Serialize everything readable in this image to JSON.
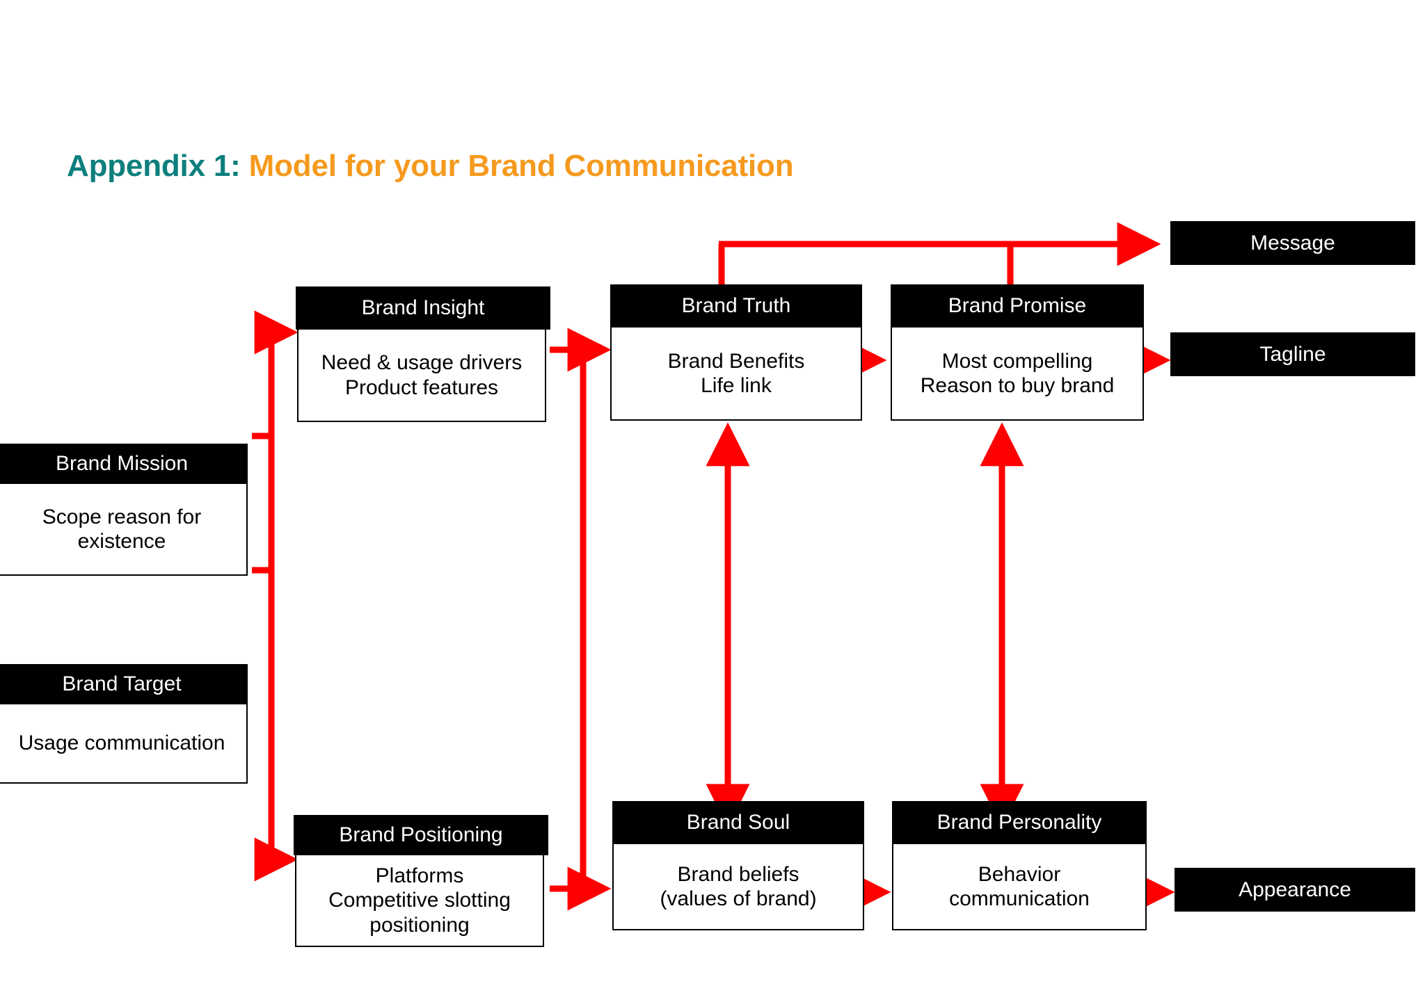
{
  "title": {
    "prefix": "Appendix 1:",
    "rest": " Model for your Brand Communication",
    "prefix_color": "#0d7f7d",
    "rest_color": "#f59a1e"
  },
  "colors": {
    "box_header_bg": "#000000",
    "box_header_text": "#ffffff",
    "box_body_bg": "#ffffff",
    "box_body_text": "#000000",
    "connector": "#ff0000",
    "page_bg": "#ffffff"
  },
  "nodes": {
    "brand_mission": {
      "header": "Brand Mission",
      "body": "Scope reason for\nexistence"
    },
    "brand_target": {
      "header": "Brand Target",
      "body": "Usage communication"
    },
    "brand_insight": {
      "header": "Brand Insight",
      "body": "Need & usage drivers\nProduct features"
    },
    "brand_positioning": {
      "header": "Brand Positioning",
      "body": "Platforms\nCompetitive slotting\npositioning"
    },
    "brand_truth": {
      "header": "Brand Truth",
      "body": "Brand Benefits\nLife link"
    },
    "brand_promise": {
      "header": "Brand Promise",
      "body": "Most compelling\nReason to buy brand"
    },
    "brand_soul": {
      "header": "Brand Soul",
      "body": "Brand beliefs\n(values of brand)"
    },
    "brand_personality": {
      "header": "Brand Personality",
      "body": "Behavior\ncommunication"
    }
  },
  "outputs": {
    "message": "Message",
    "tagline": "Tagline",
    "appearance": "Appearance"
  }
}
